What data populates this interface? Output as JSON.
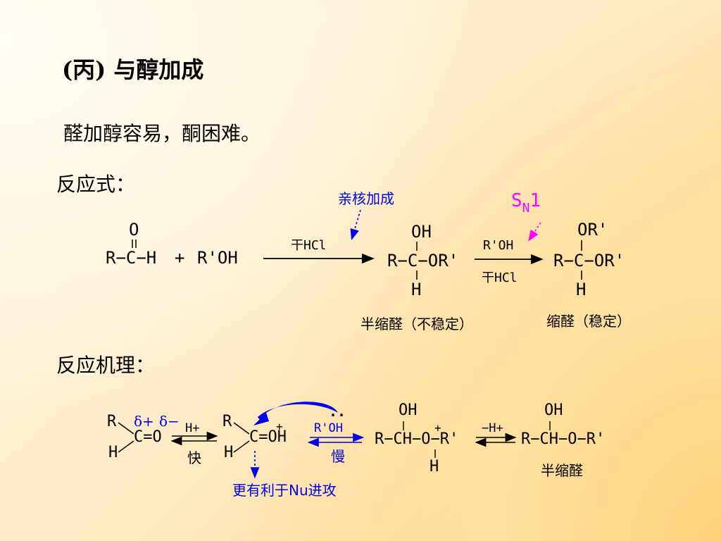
{
  "heading": "(丙) 与醇加成",
  "intro": "醛加醇容易，酮困难。",
  "reaction_label": "反应式：",
  "mechanism_label": "反应机理：",
  "reaction": {
    "aldehyde": {
      "o": "O",
      "chain": "R−C−H",
      "plus": "+",
      "alcohol": "R'OH"
    },
    "arrow1_condition": "干HCl",
    "annotation1": "亲核加成",
    "hemiacetal": {
      "top": "OH",
      "chain": "R−C−OR'",
      "bottom": "H",
      "caption": "半缩醛（不稳定）"
    },
    "arrow2_top": "R'OH",
    "arrow2_bottom": "干HCl",
    "annotation2": {
      "s": "S",
      "n": "N",
      "one": "1"
    },
    "acetal": {
      "top": "OR'",
      "chain": "R−C−OR'",
      "bottom": "H",
      "caption": "缩醛（稳定）"
    }
  },
  "mechanism": {
    "reactant": {
      "r": "R",
      "h": "H",
      "co": "C=O",
      "delta_plus": "δ+",
      "delta_minus": "δ−"
    },
    "step1": {
      "top": "H+",
      "bottom": "快"
    },
    "protonated": {
      "r": "R",
      "h": "H",
      "coh": "C=OH",
      "plus": "+"
    },
    "annotation": "更有利于Nu进攻",
    "step2": {
      "top": "R'OH",
      "bottom": "慢"
    },
    "oxonium": {
      "top": "OH",
      "chain": "R−CH−O−R'",
      "bottom": "H",
      "plus": "+",
      "dots": ".."
    },
    "step3": {
      "top": "−H+"
    },
    "product": {
      "top": "OH",
      "chain": "R−CH−O−R'",
      "caption": "半缩醛"
    }
  }
}
